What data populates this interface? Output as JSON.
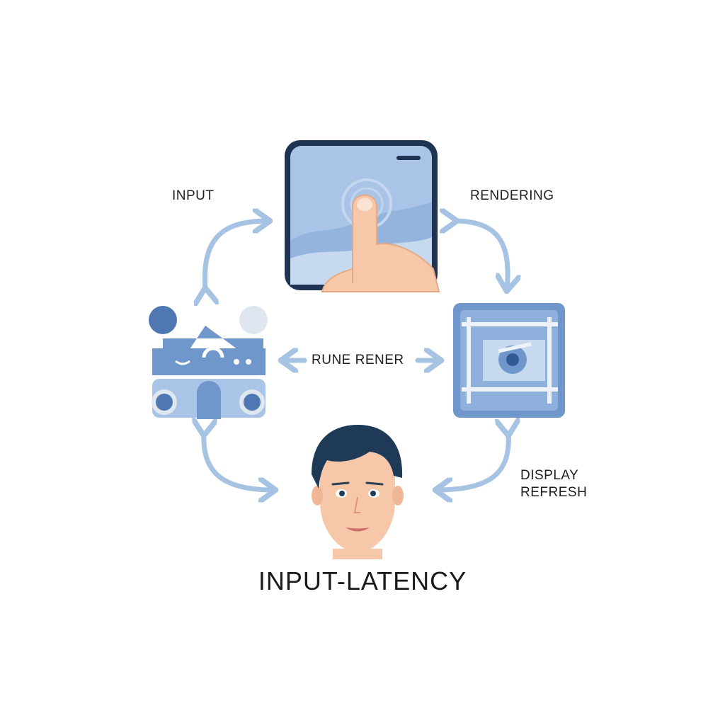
{
  "labels": {
    "input": "INPUT",
    "rendering": "RENDERING",
    "center": "RUNE RENER",
    "display_line1": "DISPLAY",
    "display_line2": "REFRESH"
  },
  "caption": "INPUT-LATENCY",
  "nodes": {
    "touch": "touch-screen-icon",
    "device": "input-device-icon",
    "render": "render-frame-icon",
    "user": "user-face-icon"
  },
  "colors": {
    "accent_blue": "#6f97cc",
    "light_blue": "#a9c4e6",
    "arrow": "#a7c3e3",
    "dark_navy": "#1e3452",
    "skin": "#f6c7a8",
    "hair": "#1f3a57"
  }
}
